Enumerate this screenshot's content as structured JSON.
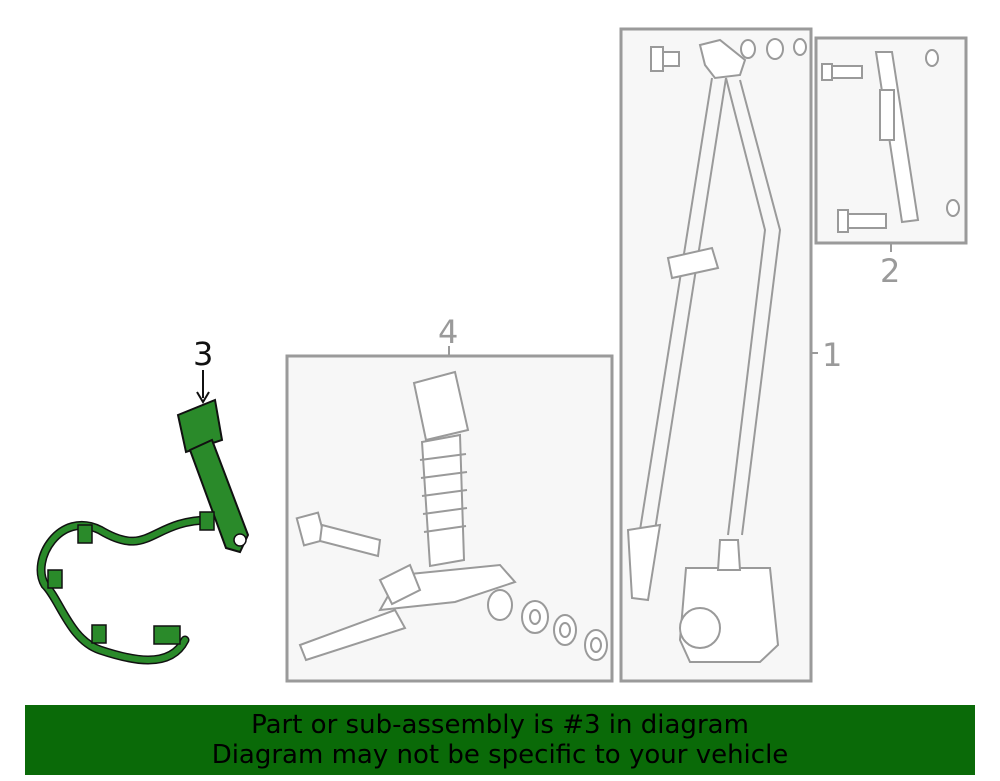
{
  "callouts": {
    "part1": "1",
    "part2": "2",
    "part3": "3",
    "part4": "4"
  },
  "banner": {
    "line1": "Part or sub-assembly is #3 in diagram",
    "line2": "Diagram may not be specific to your vehicle"
  },
  "colors": {
    "highlight_part": "#2a8a2a",
    "banner_bg": "#0a6a08",
    "line_grey": "#9a9a9a",
    "box_fill": "#f7f7f7"
  },
  "icons": {
    "part3": "seat-belt-buckle-with-harness",
    "part4": "seat-belt-buckle-assembly",
    "part1": "seat-belt-retractor-assembly",
    "part2": "height-adjuster"
  }
}
